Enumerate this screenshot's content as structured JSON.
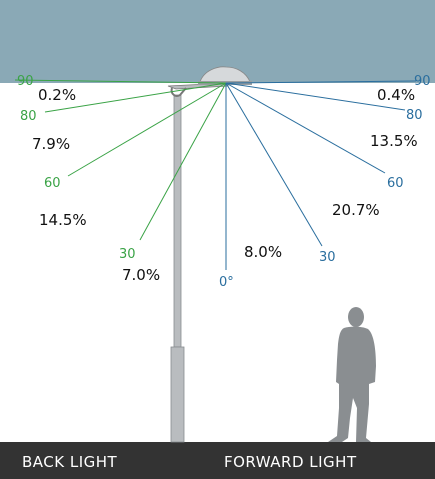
{
  "colors": {
    "sky": "#8aa9b6",
    "back_line": "#3aa346",
    "forward_line": "#2a6e9e",
    "ground": "#333333",
    "pole": "#b9bcbf",
    "person": "#8a8e91"
  },
  "labels": {
    "back_light": "BACK LIGHT",
    "forward_light": "FORWARD LIGHT"
  },
  "back_angles": [
    "90",
    "80",
    "60",
    "30"
  ],
  "forward_angles": [
    "90",
    "80",
    "60",
    "30"
  ],
  "nadir_angle": "0°",
  "percentages": {
    "back_80_90": "0.2%",
    "back_60_80": "7.9%",
    "back_30_60": "14.5%",
    "back_0_30": "7.0%",
    "forward_0_30": "8.0%",
    "forward_30_60": "20.7%",
    "forward_60_80": "13.5%",
    "forward_80_90": "0.4%"
  }
}
